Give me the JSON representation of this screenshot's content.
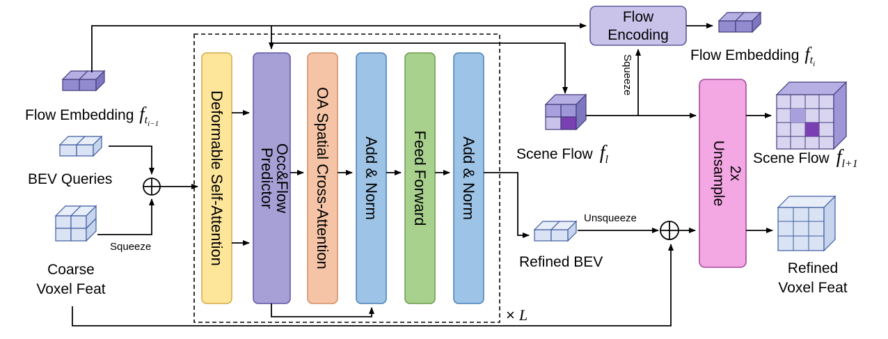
{
  "inputs": {
    "flow_embedding_prev": "Flow Embedding",
    "flow_embedding_prev_sym": "f",
    "flow_embedding_prev_sub": "t",
    "flow_embedding_prev_subsub": "i−1",
    "bev_queries": "BEV Queries",
    "coarse_voxel_1": "Coarse",
    "coarse_voxel_2": "Voxel Feat",
    "squeeze": "Squeeze"
  },
  "blocks": {
    "deformable": "Deformable Self-Attention",
    "predictor_1": "Occ&Flow",
    "predictor_2": "Predictor",
    "oa_spatial": "OA Spatial Cross-Attention",
    "add_norm_1": "Add & Norm",
    "feed_forward": "Feed Forward",
    "add_norm_2": "Add & Norm",
    "repeat_times": "×",
    "repeat_sym": "L"
  },
  "outputs": {
    "flow_encoding_1": "Flow",
    "flow_encoding_2": "Encoding",
    "flow_embedding": "Flow Embedding",
    "flow_embedding_sym": "f",
    "flow_embedding_sub": "t",
    "flow_embedding_subsub": "i",
    "squeeze_vertical": "Squeeze",
    "scene_flow": "Scene Flow",
    "scene_flow_sym": "f",
    "scene_flow_sub": "l",
    "refined_bev": "Refined BEV",
    "unsqueeze": "Unsqueeze",
    "upsample_1": "2x",
    "upsample_2": "Unsample",
    "scene_flow_next": "Scene Flow",
    "scene_flow_next_sym": "f",
    "scene_flow_next_sub": "l+1",
    "refined_voxel_1": "Refined",
    "refined_voxel_2": "Voxel Feat"
  },
  "colors": {
    "deformable": "#fde59a",
    "predictor": "#a7a0d6",
    "oa_spatial": "#f5c4a6",
    "add_norm": "#9dc3e6",
    "feed_forward": "#a9d18e",
    "flow_encoding": "#c9c3ea",
    "upsample": "#f3a7e3",
    "cube_blue": "#dae3f3",
    "cube_purple": "#8f86cc"
  }
}
